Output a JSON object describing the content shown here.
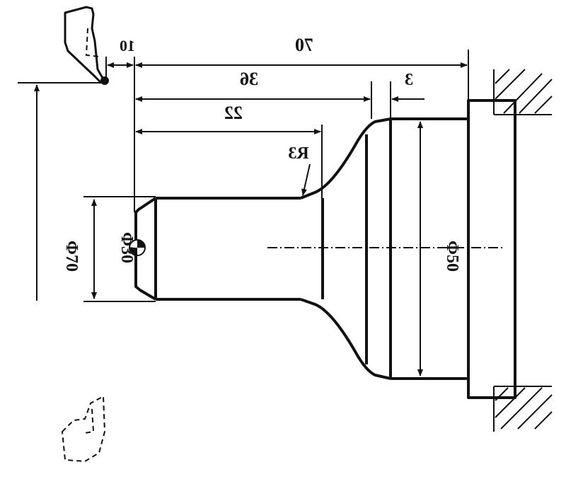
{
  "dimensions": {
    "d_10": "10",
    "d_70": "70",
    "d_36": "36",
    "d_3": "3",
    "d_22": "22",
    "r3": "R3",
    "phi70": "Φ70",
    "phi30": "Φ30",
    "phi50": "Φ50"
  },
  "colors": {
    "line": "#111111",
    "background": "#ffffff"
  },
  "icons": {
    "tool_top": "lathe-cutting-tool",
    "tool_bottom": "lathe-tool-dashed",
    "origin": "program-origin-symbol"
  }
}
